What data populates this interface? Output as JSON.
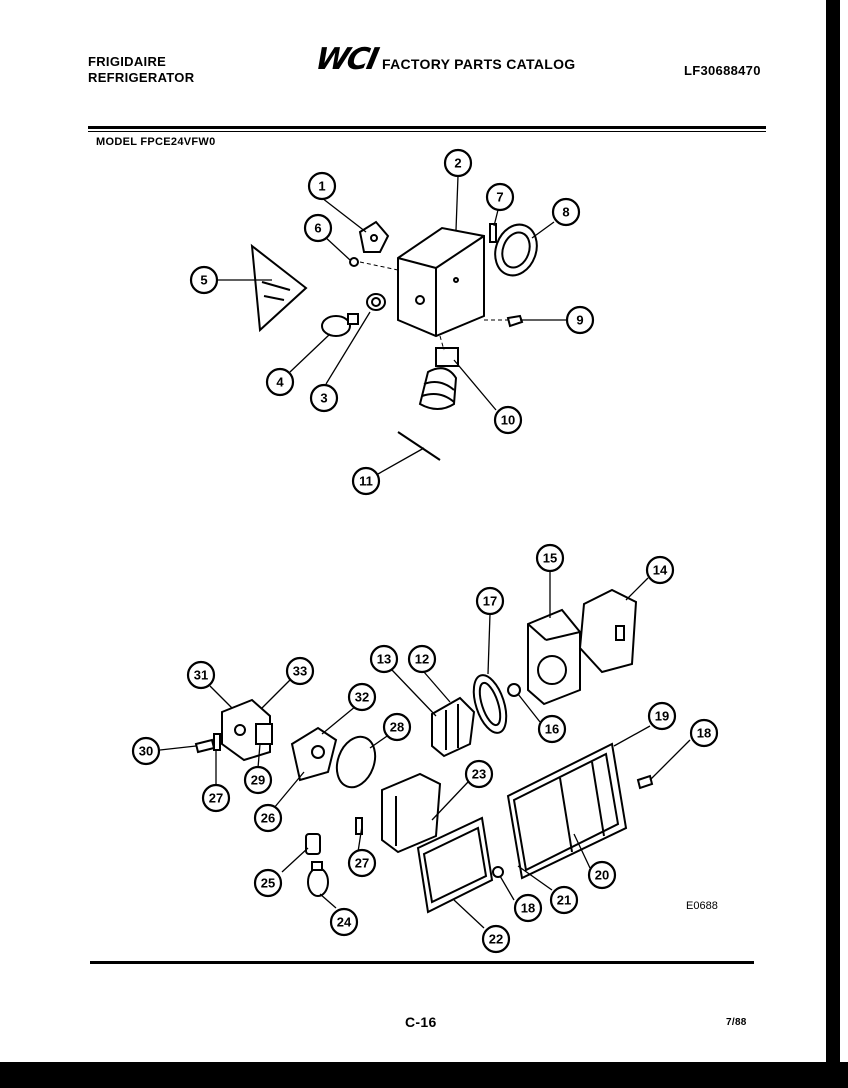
{
  "header": {
    "brand_line1": "FRIGIDAIRE",
    "brand_line2": "REFRIGERATOR",
    "logo": "WCI",
    "catalog_title": "FACTORY PARTS CATALOG",
    "part_number": "LF30688470"
  },
  "model_label": "MODEL FPCE24VFW0",
  "diagram": {
    "callouts": [
      "1",
      "2",
      "3",
      "4",
      "5",
      "6",
      "7",
      "8",
      "9",
      "10",
      "11",
      "12",
      "13",
      "14",
      "15",
      "16",
      "17",
      "18",
      "18",
      "19",
      "20",
      "21",
      "22",
      "23",
      "24",
      "25",
      "26",
      "27",
      "27",
      "28",
      "29",
      "30",
      "31",
      "32",
      "33"
    ],
    "drawing_code": "E0688"
  },
  "footer": {
    "page": "C-16",
    "date": "7/88"
  }
}
